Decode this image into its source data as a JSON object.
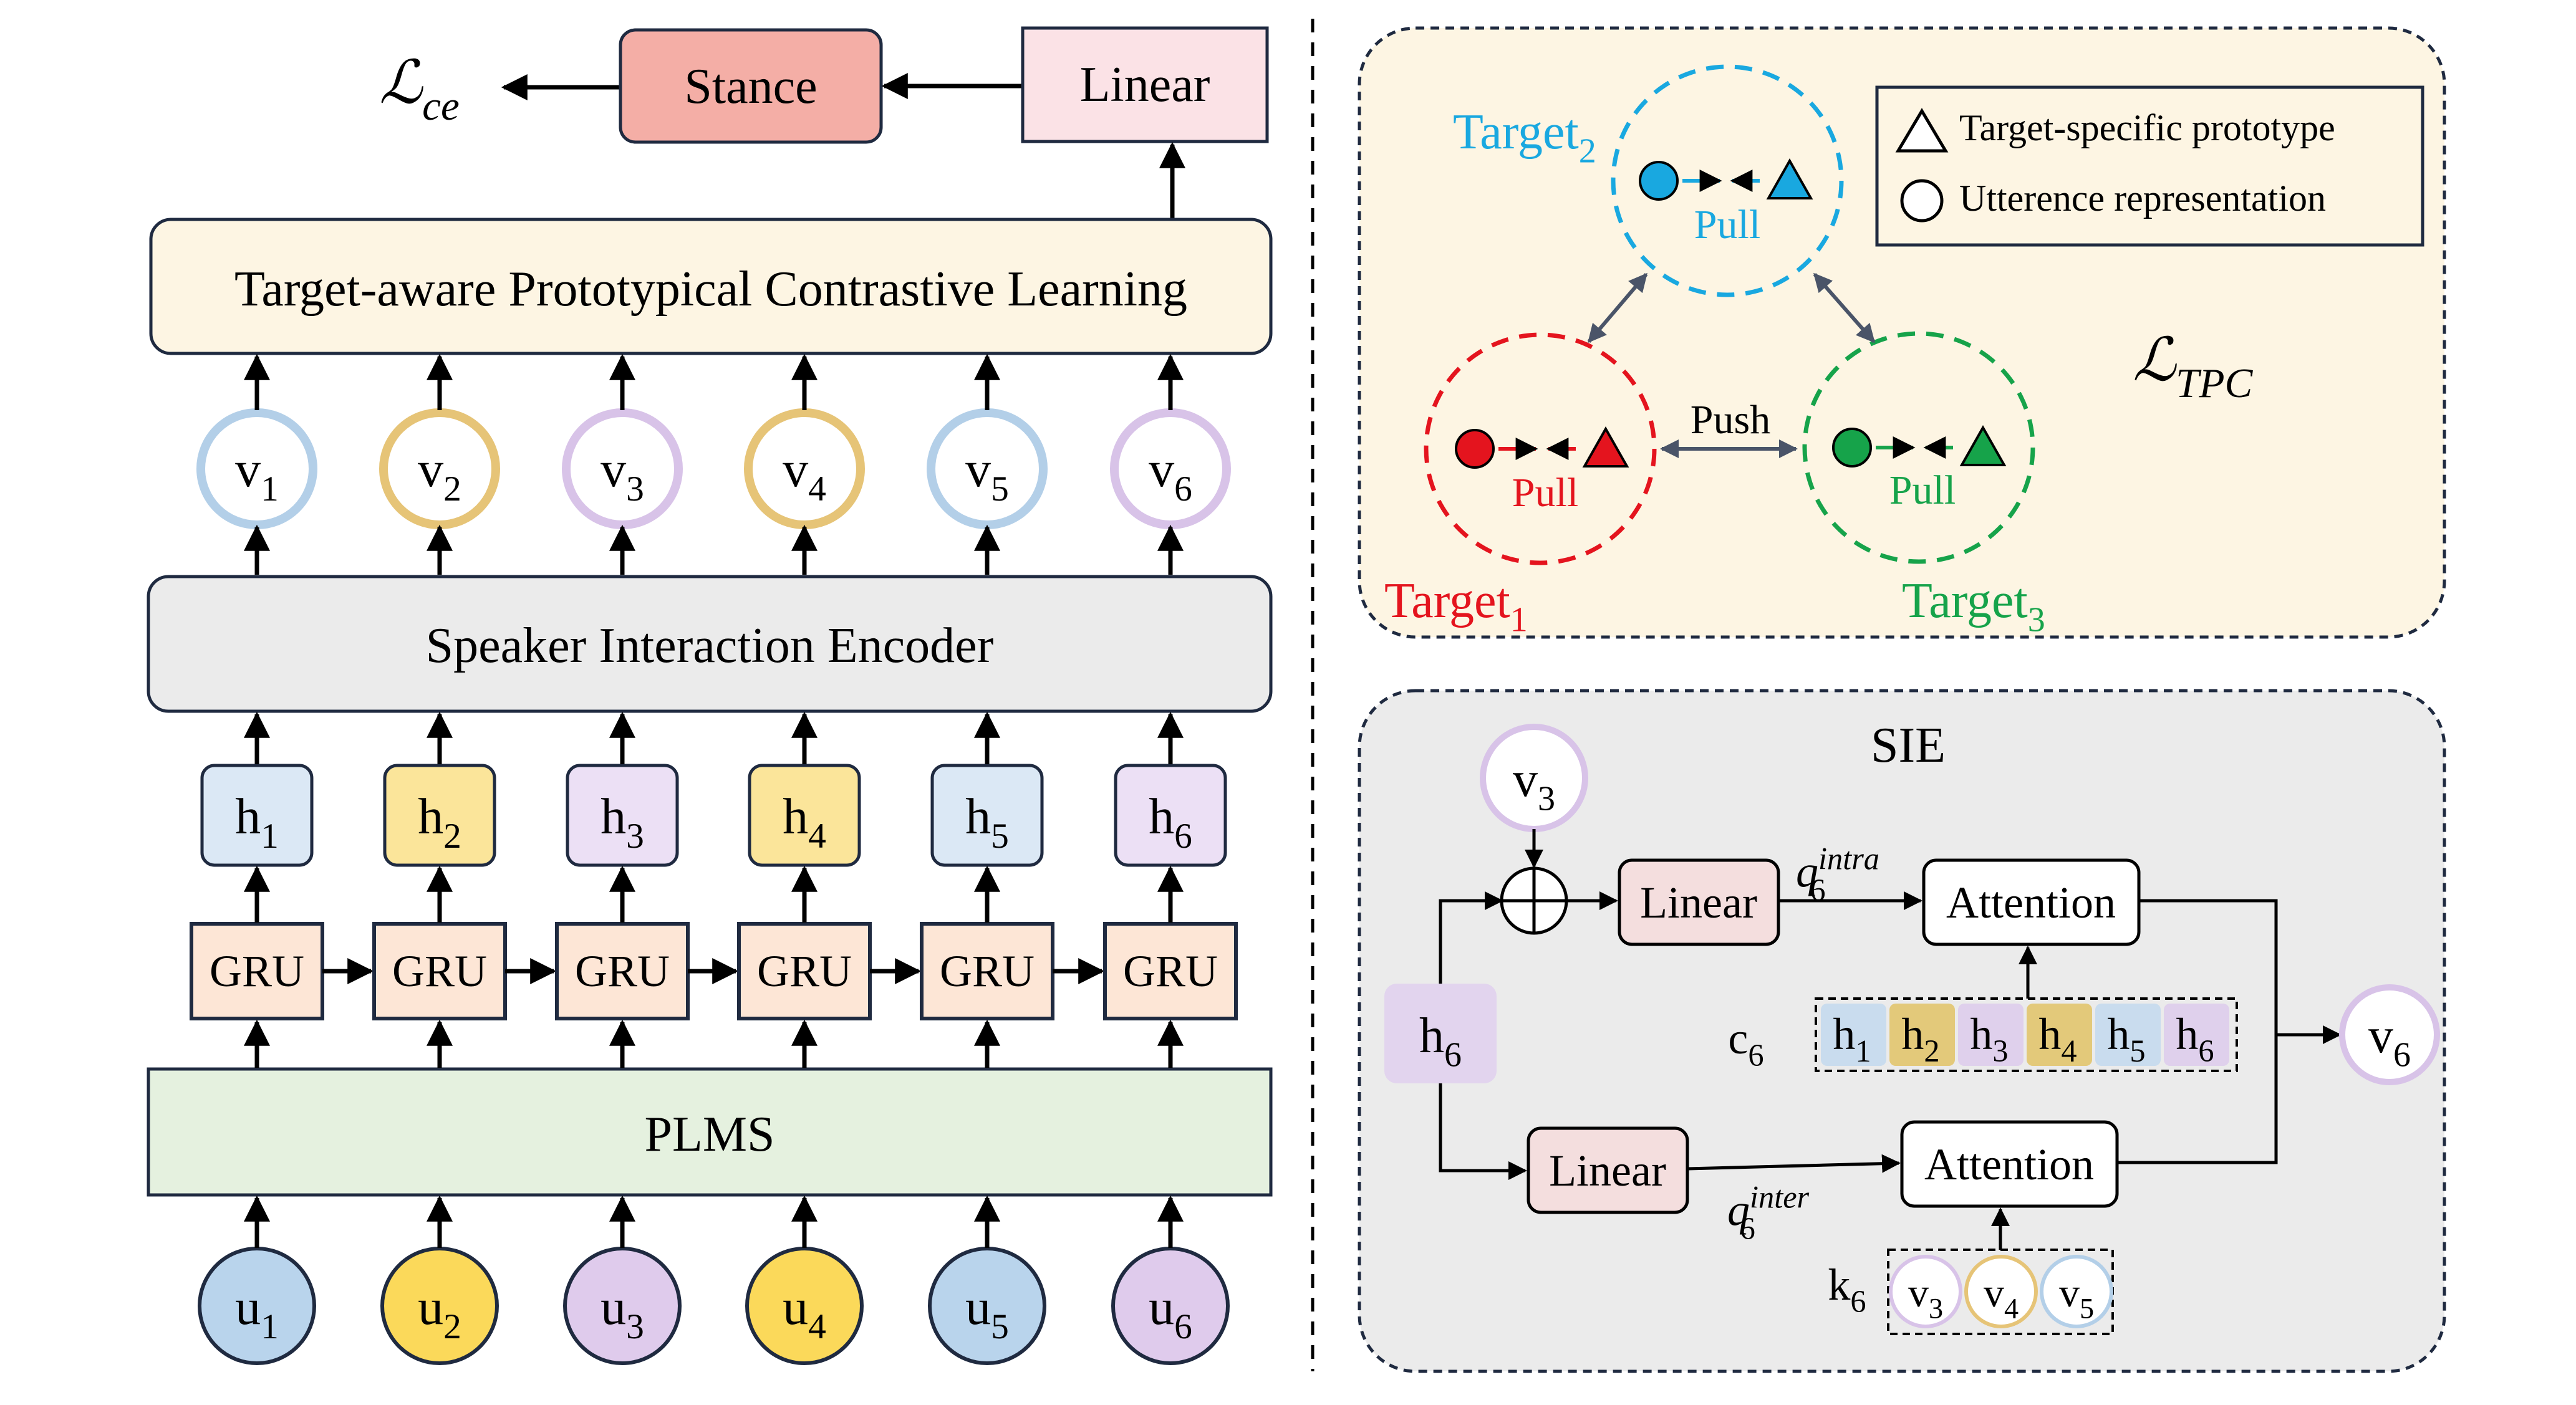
{
  "left": {
    "loss": {
      "base": "ℒ",
      "sub": "ce"
    },
    "stance_label": "Stance",
    "linear_label": "Linear",
    "tpcl_label": "Target-aware Prototypical Contrastive Learning",
    "sie_label": "Speaker Interaction Encoder",
    "gru_label": "GRU",
    "plms_label": "PLMS",
    "v_nodes": [
      {
        "base": "v",
        "sub": "1",
        "color": "#b3cfe8"
      },
      {
        "base": "v",
        "sub": "2",
        "color": "#e6c477"
      },
      {
        "base": "v",
        "sub": "3",
        "color": "#d8c3e8"
      },
      {
        "base": "v",
        "sub": "4",
        "color": "#e6c477"
      },
      {
        "base": "v",
        "sub": "5",
        "color": "#b3cfe8"
      },
      {
        "base": "v",
        "sub": "6",
        "color": "#d8c3e8"
      }
    ],
    "h_nodes": [
      {
        "base": "h",
        "sub": "1",
        "fill": "#dbe8f5"
      },
      {
        "base": "h",
        "sub": "2",
        "fill": "#fbe59a"
      },
      {
        "base": "h",
        "sub": "3",
        "fill": "#ece0f5"
      },
      {
        "base": "h",
        "sub": "4",
        "fill": "#fbe59a"
      },
      {
        "base": "h",
        "sub": "5",
        "fill": "#dbe8f5"
      },
      {
        "base": "h",
        "sub": "6",
        "fill": "#ece0f5"
      }
    ],
    "u_nodes": [
      {
        "base": "u",
        "sub": "1",
        "fill": "#b9d4ec"
      },
      {
        "base": "u",
        "sub": "2",
        "fill": "#fbd95a"
      },
      {
        "base": "u",
        "sub": "3",
        "fill": "#dfcbec"
      },
      {
        "base": "u",
        "sub": "4",
        "fill": "#fbd95a"
      },
      {
        "base": "u",
        "sub": "5",
        "fill": "#b9d4ec"
      },
      {
        "base": "u",
        "sub": "6",
        "fill": "#dfcbec"
      }
    ]
  },
  "tpc": {
    "legend": {
      "triangle_label": "Target-specific prototype",
      "circle_label": "Utterence representation"
    },
    "loss": {
      "base": "ℒ",
      "sub": "TPC"
    },
    "push_label": "Push",
    "pull_label": "Pull",
    "targets": [
      {
        "base": "Target",
        "sub": "1",
        "color": "#e4141e"
      },
      {
        "base": "Target",
        "sub": "2",
        "color": "#19a8e0"
      },
      {
        "base": "Target",
        "sub": "3",
        "color": "#16a34a"
      }
    ]
  },
  "sie": {
    "title": "SIE",
    "v3": {
      "base": "v",
      "sub": "3"
    },
    "h6": {
      "base": "h",
      "sub": "6"
    },
    "linear_label": "Linear",
    "attention_label": "Attention",
    "q_intra": {
      "base": "q",
      "sub": "6",
      "sup": "intra"
    },
    "q_inter": {
      "base": "q",
      "sub": "6",
      "sup": "inter"
    },
    "c6": {
      "base": "c",
      "sub": "6"
    },
    "k6": {
      "base": "k",
      "sub": "6"
    },
    "v6": {
      "base": "v",
      "sub": "6"
    },
    "c_cells": [
      {
        "base": "h",
        "sub": "1",
        "fill": "#c9dcee"
      },
      {
        "base": "h",
        "sub": "2",
        "fill": "#e3c97a"
      },
      {
        "base": "h",
        "sub": "3",
        "fill": "#dfd0ec"
      },
      {
        "base": "h",
        "sub": "4",
        "fill": "#e3c97a"
      },
      {
        "base": "h",
        "sub": "5",
        "fill": "#c9dcee"
      },
      {
        "base": "h",
        "sub": "6",
        "fill": "#dfd0ec"
      }
    ],
    "k_cells": [
      {
        "base": "v",
        "sub": "3",
        "color": "#d8c3e8"
      },
      {
        "base": "v",
        "sub": "4",
        "color": "#e6c477"
      },
      {
        "base": "v",
        "sub": "5",
        "color": "#b3cfe8"
      }
    ]
  }
}
